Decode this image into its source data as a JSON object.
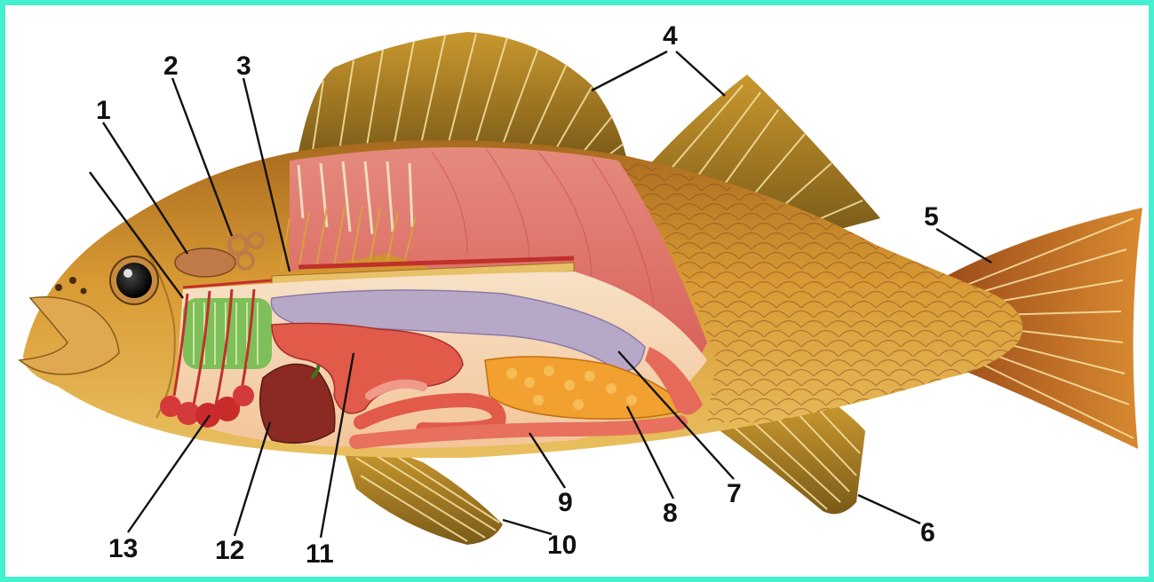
{
  "diagram": {
    "subject": "fish-internal-anatomy",
    "labels": [
      "1",
      "2",
      "3",
      "4",
      "5",
      "6",
      "7",
      "8",
      "9",
      "10",
      "11",
      "12",
      "13"
    ],
    "colors": {
      "border": "#44f0d0",
      "body": "#c98a2a",
      "fin": "#d9a83a",
      "muscle": "#e8827a",
      "gills": "#7fbf5a",
      "organ_red": "#d43a3a",
      "liver": "#8a2a22",
      "bladder": "#b8a8c8",
      "gonad": "#f2a030",
      "label_text": "#111111"
    }
  }
}
